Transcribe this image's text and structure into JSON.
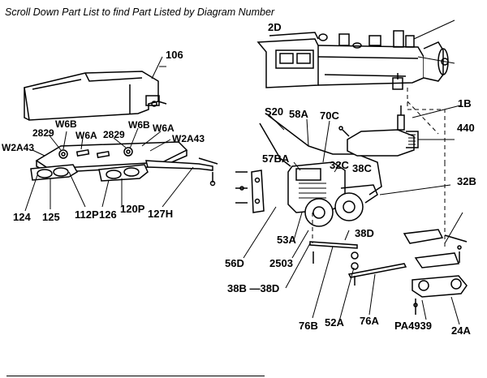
{
  "header": {
    "instruction": "Scroll Down Part List to find Part Listed by Diagram Number"
  },
  "diagram": {
    "part_labels": {
      "p2D": "2D",
      "p106": "106",
      "p1B": "1B",
      "p440": "440",
      "pS20": "S20",
      "p58A": "58A",
      "p70C": "70C",
      "p57BA": "57BA",
      "p32C": "32C",
      "p38C": "38C",
      "p32B": "32B",
      "pW6B_a": "W6B",
      "pW6A_a": "W6A",
      "p2829_a": "2829",
      "p2829_b": "2829",
      "pW6B_b": "W6B",
      "pW6A_b": "W6A",
      "pW2A43_a": "W2A43",
      "pW2A43_b": "W2A43",
      "p124": "124",
      "p125": "125",
      "p112P": "112P",
      "p126": "126",
      "p120P": "120P",
      "p127H": "127H",
      "p53A": "53A",
      "p38D_a": "38D",
      "p56D": "56D",
      "p2503": "2503",
      "p38B_38D": "38B —38D",
      "p76B": "76B",
      "p52A": "52A",
      "p76A": "76A",
      "pPA4939": "PA4939",
      "p24A": "24A"
    }
  }
}
